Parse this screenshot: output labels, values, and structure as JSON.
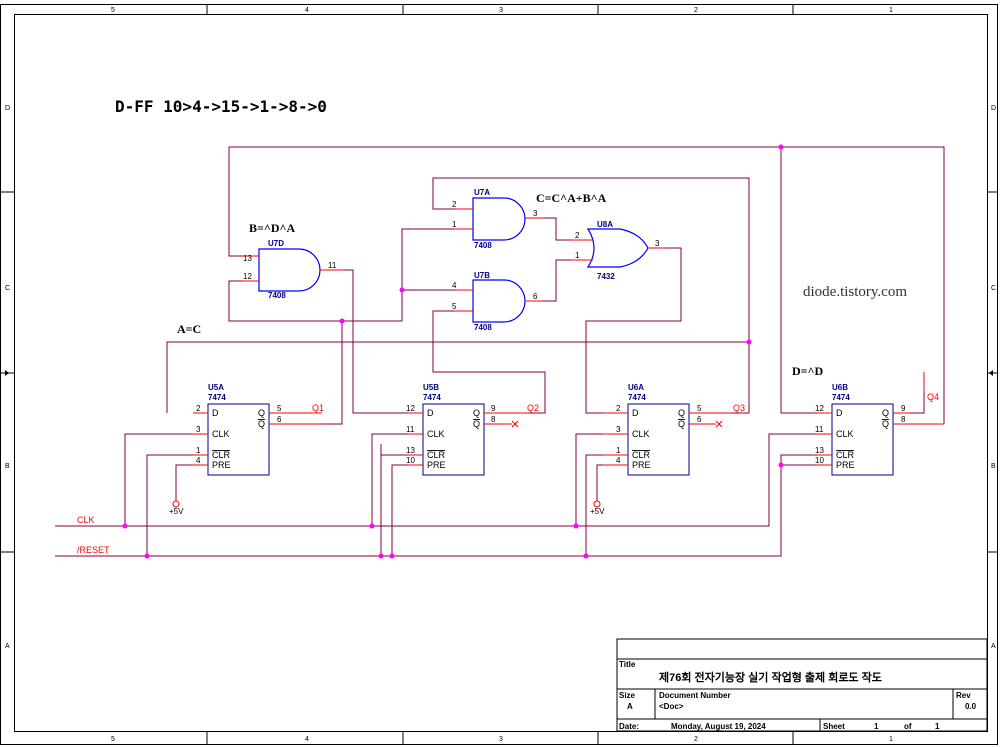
{
  "title_text": "D-FF 10>4->15->1->8->0",
  "watermark": "diode.tistory.com",
  "equations": {
    "b": "B=^D^A",
    "c": "C=C^A+B^A",
    "a": "A=C",
    "d": "D=^D"
  },
  "border": {
    "columns": [
      "5",
      "4",
      "3",
      "2",
      "1"
    ],
    "rows": [
      "D",
      "C",
      "B",
      "A"
    ]
  },
  "gates": {
    "u7a": {
      "ref": "U7A",
      "part": "7408",
      "pins": [
        "2",
        "1",
        "3"
      ]
    },
    "u7b": {
      "ref": "U7B",
      "part": "7408",
      "pins": [
        "4",
        "5",
        "6"
      ]
    },
    "u7d": {
      "ref": "U7D",
      "part": "7408",
      "pins": [
        "13",
        "12",
        "11"
      ]
    },
    "u8a": {
      "ref": "U8A",
      "part": "7432",
      "pins": [
        "2",
        "1",
        "3"
      ]
    }
  },
  "flipflops": {
    "u5a": {
      "ref": "U5A",
      "part": "7474",
      "pins": [
        "2",
        "3",
        "1",
        "4",
        "5",
        "6"
      ],
      "out": "Q1",
      "pwr": "+5V"
    },
    "u5b": {
      "ref": "U5B",
      "part": "7474",
      "pins": [
        "12",
        "11",
        "13",
        "10",
        "9",
        "8"
      ],
      "out": "Q2"
    },
    "u6a": {
      "ref": "U6A",
      "part": "7474",
      "pins": [
        "2",
        "3",
        "1",
        "4",
        "5",
        "6"
      ],
      "out": "Q3",
      "pwr": "+5V"
    },
    "u6b": {
      "ref": "U6B",
      "part": "7474",
      "pins": [
        "12",
        "11",
        "13",
        "10",
        "9",
        "8"
      ],
      "out": "Q4"
    }
  },
  "ff_labels": {
    "d": "D",
    "clk": "CLK",
    "clr": "CLR",
    "pre": "PRE",
    "q": "Q",
    "qbar": "Q"
  },
  "nets": {
    "clk": "CLK",
    "reset": "/RESET"
  },
  "titleblock": {
    "title_label": "Title",
    "title": "제76회 전자기능장 실기 작업형 출제 회로도 작도",
    "size_label": "Size",
    "size": "A",
    "docnum_label": "Document Number",
    "docnum": "<Doc>",
    "rev_label": "Rev",
    "rev": "0.0",
    "date_label": "Date:",
    "date": "Monday, August 19, 2024",
    "sheet_label": "Sheet",
    "sheet": "1",
    "of_label": "of",
    "sheets": "1"
  }
}
